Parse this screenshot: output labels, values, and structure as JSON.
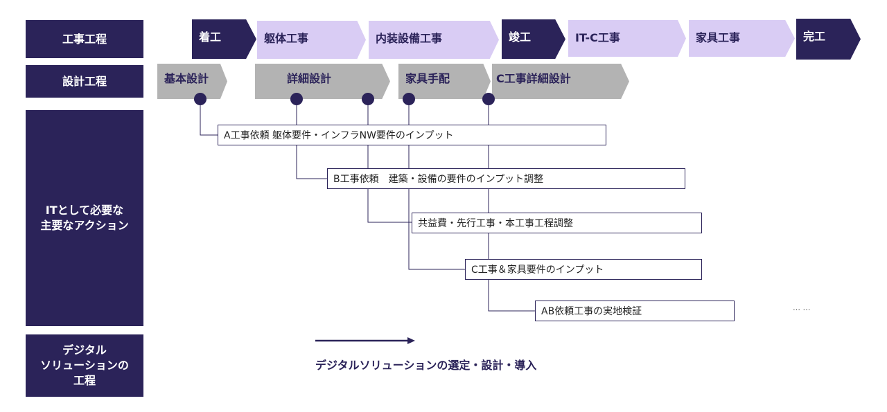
{
  "row_labels": {
    "construction": "工事工程",
    "design": "設計工程",
    "it_actions": "ITとして必要な\n主要なアクション",
    "digital": "デジタル\nソリューションの\n工程"
  },
  "construction_phases": [
    "着工",
    "躯体工事",
    "内装設備工事",
    "竣工",
    "IT-C工事",
    "家具工事",
    "完工"
  ],
  "design_phases": [
    "基本設計",
    "詳細設計",
    "家具手配",
    "C工事詳細設計"
  ],
  "actions": [
    "A工事依頼 躯体要件・インフラNW要件のインプット",
    "B工事依頼　建築・設備の要件のインプット調整",
    "共益費・先行工事・本工事工程調整",
    "C工事＆家具要件のインプット",
    "AB依頼工事の実地検証"
  ],
  "ellipsis": "… …",
  "digital_process": "デジタルソリューションの選定・設計・導入",
  "colors": {
    "dark": "#2b2359",
    "light": "#d9ccf4",
    "gray": "#b3b3b3"
  }
}
